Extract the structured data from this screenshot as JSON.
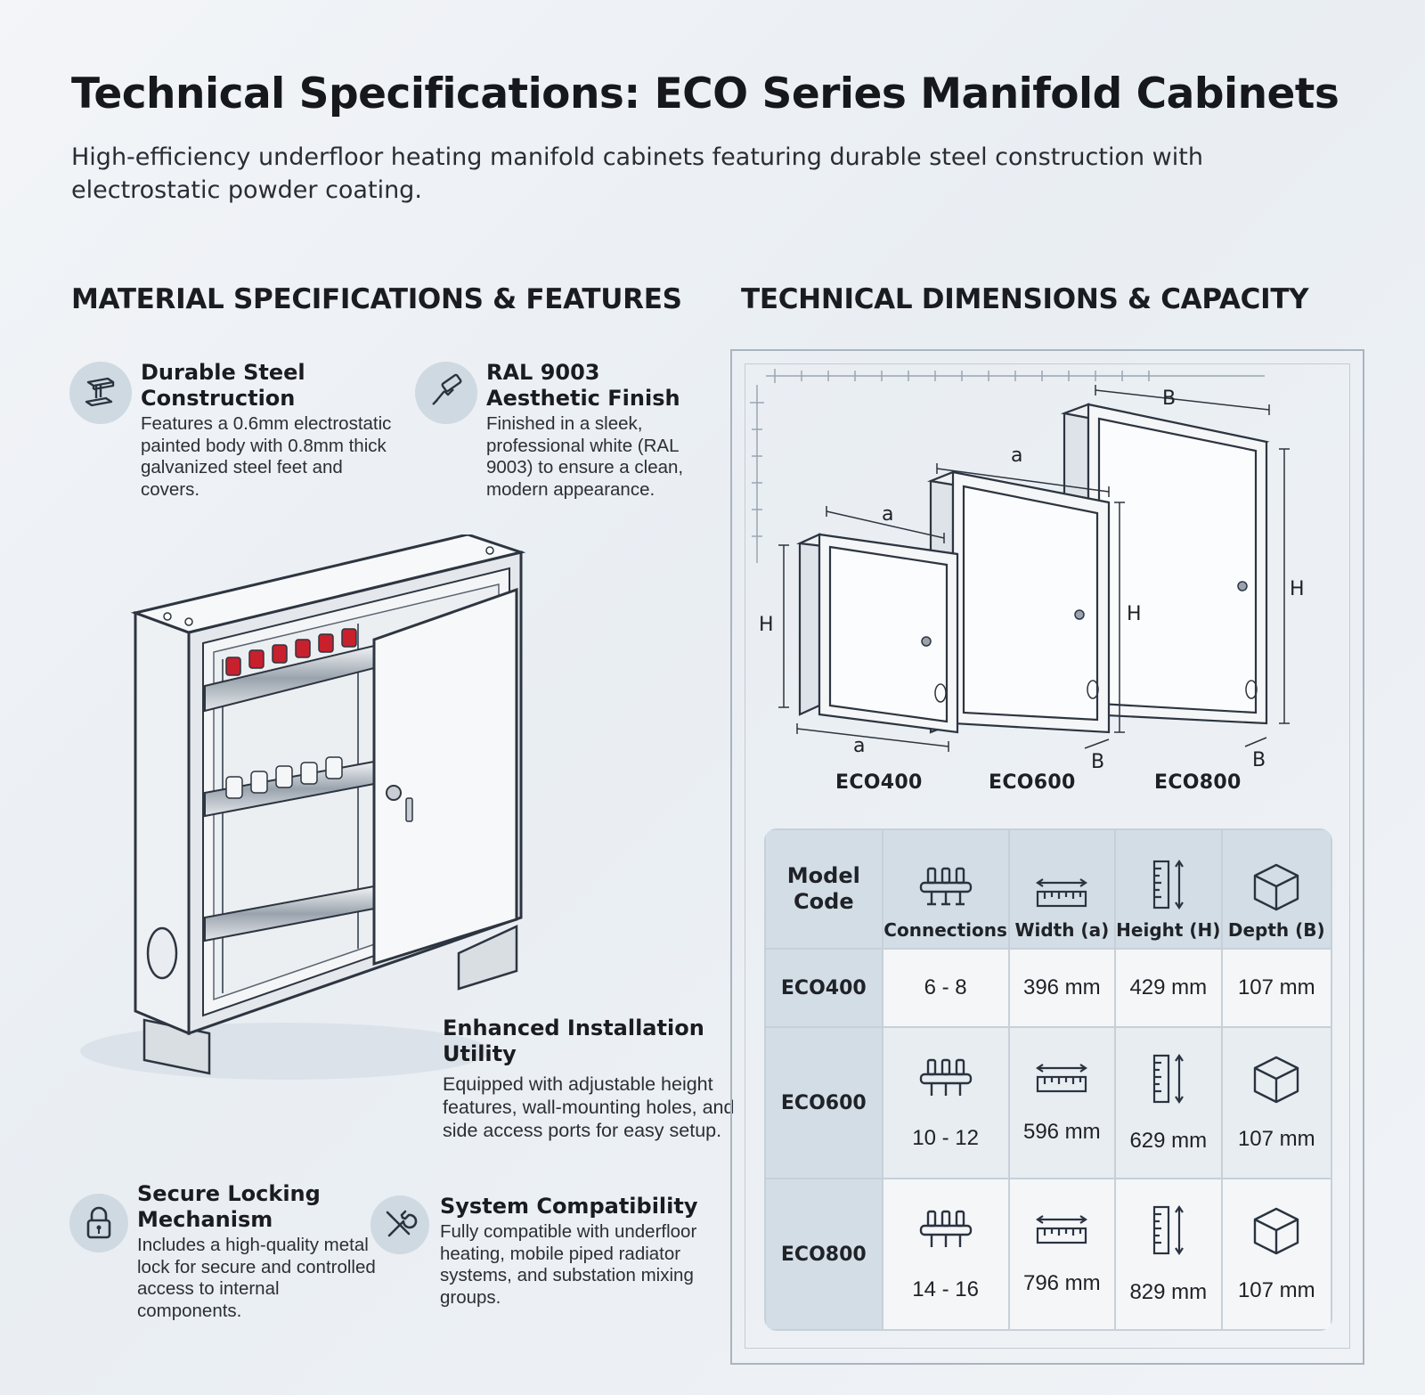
{
  "header": {
    "title": "Technical Specifications: ECO Series Manifold Cabinets",
    "subtitle": "High-efficiency underfloor heating manifold cabinets featuring durable steel construction with electrostatic powder coating."
  },
  "sections": {
    "left_heading": "MATERIAL SPECIFICATIONS & FEATURES",
    "right_heading": "TECHNICAL DIMENSIONS & CAPACITY"
  },
  "features": [
    {
      "icon": "steel-beam-icon",
      "title": "Durable Steel Construction",
      "description": "Features a 0.6mm electrostatic painted body with 0.8mm thick galvanized steel feet and covers."
    },
    {
      "icon": "paint-roller-icon",
      "title": "RAL 9003 Aesthetic Finish",
      "description": "Finished in a sleek, professional white (RAL 9003) to ensure a clean, modern appearance."
    },
    {
      "icon": "",
      "title": "Enhanced Installation Utility",
      "description": "Equipped with adjustable height features, wall-mounting holes, and side access ports for easy setup."
    },
    {
      "icon": "padlock-icon",
      "title": "Secure Locking Mechanism",
      "description": "Includes a high-quality metal lock for secure and controlled access to internal components."
    },
    {
      "icon": "wrench-screwdriver-icon",
      "title": "System Compatibility",
      "description": "Fully compatible with underfloor heating, mobile piped radiator systems, and substation mixing groups."
    }
  ],
  "diagram": {
    "labels": {
      "width": "a",
      "height": "H",
      "depth": "B"
    },
    "cabinets": [
      "ECO400",
      "ECO600",
      "ECO800"
    ]
  },
  "table": {
    "headers": {
      "model": "Model Code",
      "connections": "Connections",
      "width": "Width (a)",
      "height": "Height (H)",
      "depth": "Depth (B)"
    },
    "rows": [
      {
        "model": "ECO400",
        "connections": "6 - 8",
        "width": "396 mm",
        "height": "429 mm",
        "depth": "107 mm"
      },
      {
        "model": "ECO600",
        "connections": "10 - 12",
        "width": "596 mm",
        "height": "629 mm",
        "depth": "107 mm"
      },
      {
        "model": "ECO800",
        "connections": "14 - 16",
        "width": "796 mm",
        "height": "829 mm",
        "depth": "107 mm"
      }
    ]
  },
  "colors": {
    "background": "#eef2f5",
    "icon_circle": "#cfd9e2",
    "table_header": "#d3dde6",
    "valve_red": "#c8202c"
  }
}
